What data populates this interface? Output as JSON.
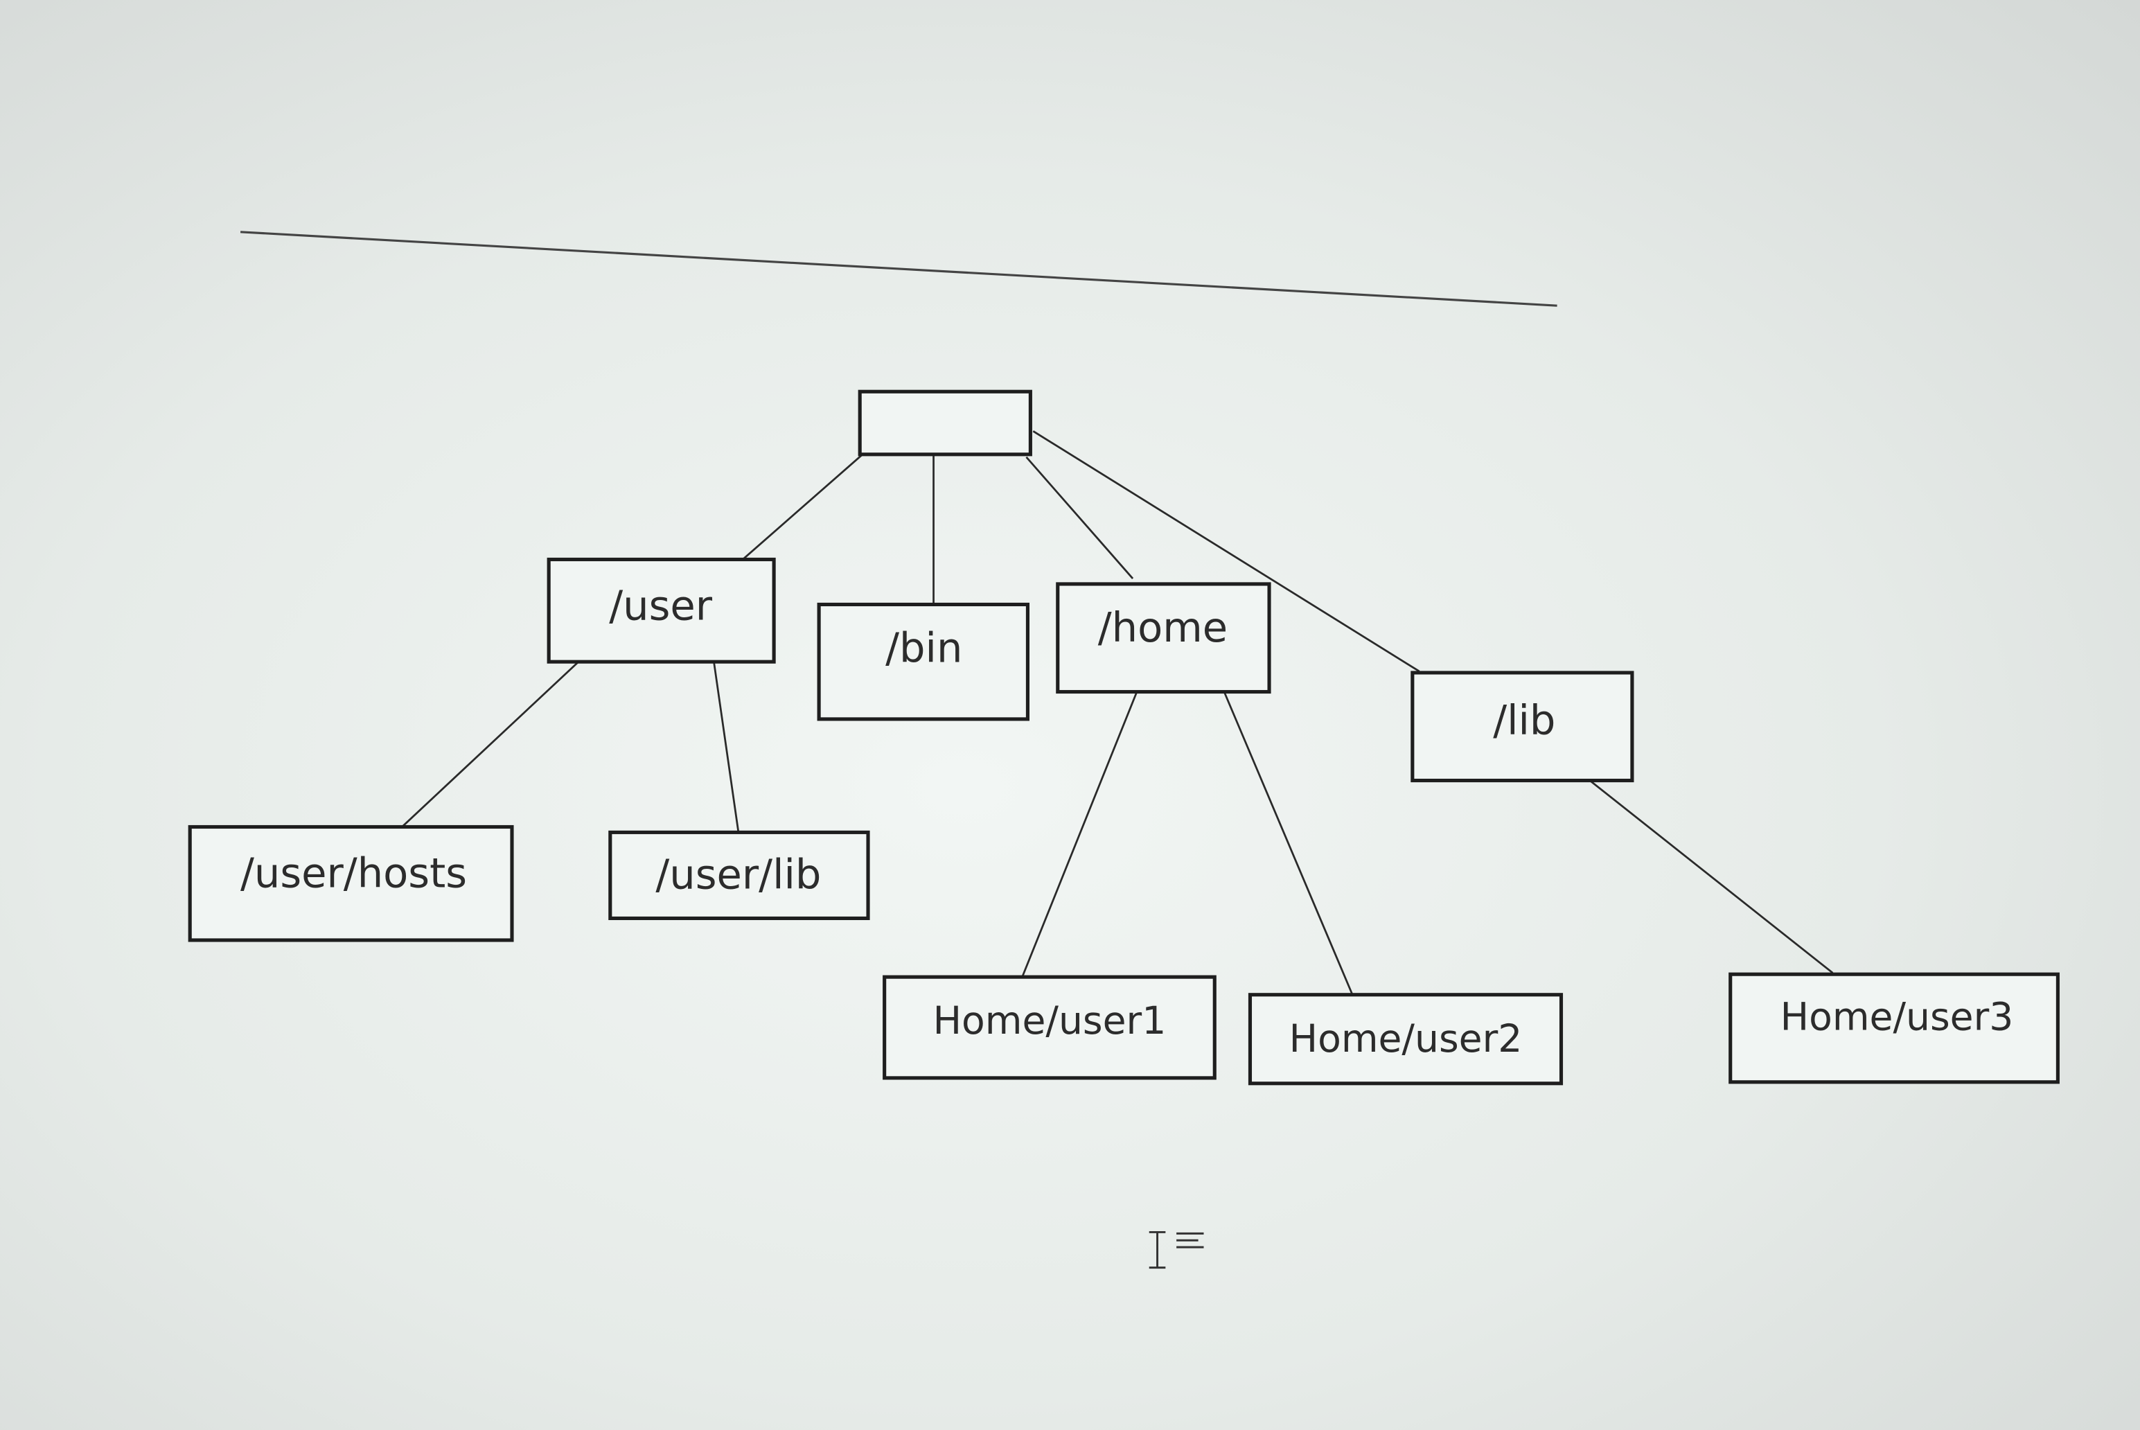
{
  "diagram": {
    "type": "directory-tree",
    "root": {
      "label": ""
    },
    "nodes": [
      {
        "id": "user",
        "label": "/user",
        "parent": "root"
      },
      {
        "id": "bin",
        "label": "/bin",
        "parent": "root"
      },
      {
        "id": "home",
        "label": "/home",
        "parent": "root"
      },
      {
        "id": "lib",
        "label": "/lib",
        "parent": "root"
      },
      {
        "id": "user_hosts",
        "label": "/user/hosts",
        "parent": "user"
      },
      {
        "id": "user_lib",
        "label": "/user/lib",
        "parent": "user"
      },
      {
        "id": "home_user1",
        "label": "Home/user1",
        "parent": "home"
      },
      {
        "id": "home_user2",
        "label": "Home/user2",
        "parent": "home"
      },
      {
        "id": "home_user3",
        "label": "Home/user3",
        "parent": "lib"
      }
    ]
  }
}
